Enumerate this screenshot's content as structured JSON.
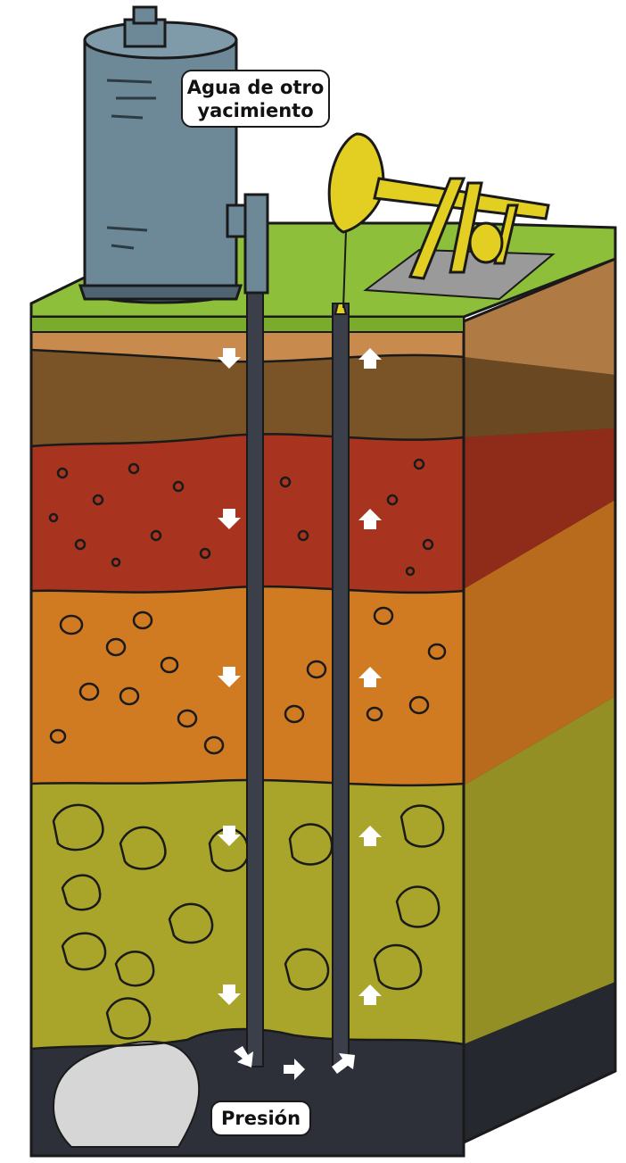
{
  "labels": {
    "water_source": "Agua de otro yacimiento",
    "water_source_line1": "Agua de otro",
    "water_source_line2": "yacimiento",
    "pressure": "Presión"
  },
  "colors": {
    "grass": "#8dbf3a",
    "topsoil": "#c98a4e",
    "dark_soil": "#7a5426",
    "red_layer": "#a8341f",
    "orange_layer": "#d07a22",
    "olive_layer": "#a9a42a",
    "reservoir_rock": "#2d3038",
    "oil_pocket": "#d6d6d6",
    "pipe": "#3a3f4a",
    "tank": "#6d8896",
    "pumpjack": "#e3cf22",
    "arrow": "#ffffff"
  },
  "icons": {
    "down_arrow": "down-arrow-icon",
    "up_arrow": "up-arrow-icon"
  }
}
